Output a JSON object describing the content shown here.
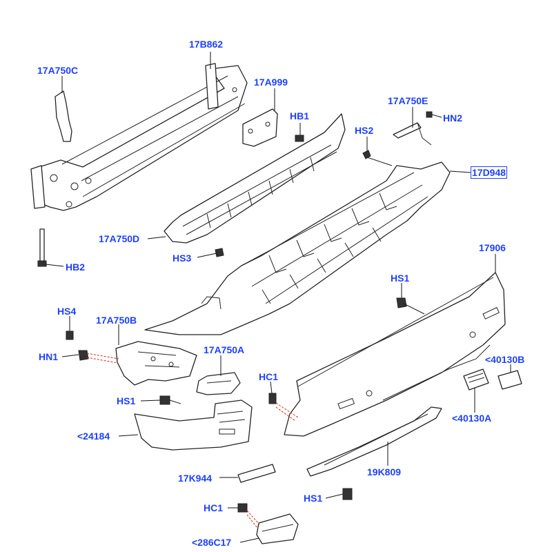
{
  "colors": {
    "label": "#1e40ff",
    "line": "#222222",
    "leader_red": "#e02020",
    "background": "#ffffff"
  },
  "callouts": {
    "c17B862": "17B862",
    "c17A750C": "17A750C",
    "c17A999": "17A999",
    "cHB1": "HB1",
    "c17A750E": "17A750E",
    "cHS2": "HS2",
    "cHN2": "HN2",
    "c17D948": "17D948",
    "c17A750D": "17A750D",
    "cHS3": "HS3",
    "cHB2": "HB2",
    "c17906": "17906",
    "cHS1_a": "HS1",
    "cHS4": "HS4",
    "c17A750B": "17A750B",
    "cHN1": "HN1",
    "c17A750A": "17A750A",
    "cHC1_a": "HC1",
    "c40130B": "<40130B",
    "cHS1_b": "HS1",
    "c40130A": "<40130A",
    "c24184": "<24184",
    "c17K944": "17K944",
    "c19K809": "19K809",
    "cHS1_c": "HS1",
    "cHC1_b": "HC1",
    "c286C17": "<286C17"
  }
}
